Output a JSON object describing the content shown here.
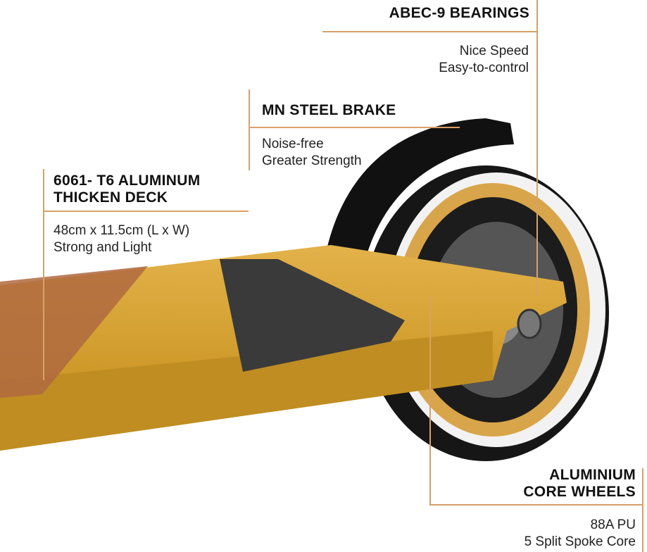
{
  "callouts": [
    {
      "title": "ABEC-9 BEARINGS",
      "lines": [
        "Nice Speed",
        "Easy-to-control"
      ]
    },
    {
      "title": "MN STEEL BRAKE",
      "lines": [
        "Noise-free",
        "Greater Strength"
      ]
    },
    {
      "title_lines": [
        "6061- T6 ALUMINUM",
        "THICKEN DECK"
      ],
      "lines": [
        "48cm x 11.5cm (L x W)",
        "Strong and Light"
      ]
    },
    {
      "title_lines": [
        "ALUMINIUM",
        "CORE WHEELS"
      ],
      "lines": [
        "88A PU",
        "5 Split Spoke Core"
      ]
    }
  ],
  "colors": {
    "accent_line": "#d9a06a",
    "deck_gold": "#d9a430",
    "wheel_black": "#1a1a1a"
  }
}
